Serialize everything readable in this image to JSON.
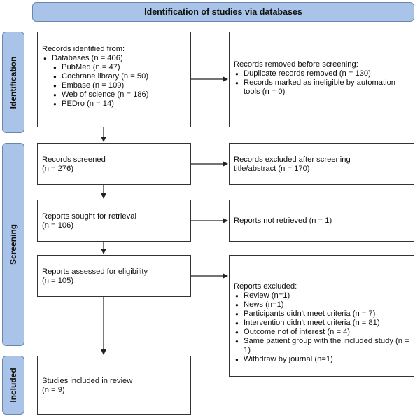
{
  "header": {
    "title": "Identification of studies via databases"
  },
  "phases": {
    "identification": "Identification",
    "screening": "Screening",
    "included": "Included"
  },
  "identified": {
    "title": "Records identified from:",
    "databases": "Databases (n = 406)",
    "sources": [
      "PubMed (n = 47)",
      "Cochrane library (n = 50)",
      "Embase (n = 109)",
      "Web of science (n = 186)",
      "PEDro (n = 14)"
    ]
  },
  "removed": {
    "title": "Records removed before screening:",
    "items": [
      "Duplicate records removed (n = 130)",
      "Records marked as ineligible by automation tools (n = 0)"
    ]
  },
  "screened": {
    "line1": "Records screened",
    "line2": "(n = 276)"
  },
  "excluded_screening": {
    "line1": "Records excluded after screening",
    "line2": "title/abstract (n = 170)"
  },
  "sought": {
    "line1": "Reports sought for retrieval",
    "line2": "(n = 106)"
  },
  "not_retrieved": {
    "line1": "Reports not retrieved (n = 1)"
  },
  "assessed": {
    "line1": "Reports assessed for eligibility",
    "line2": "(n = 105)"
  },
  "reports_excluded": {
    "title": "Reports excluded:",
    "items": [
      "Review (n=1)",
      "News (n=1)",
      "Participants didn't meet criteria (n = 7)",
      "Intervention didn't meet criteria (n = 81)",
      "Outcome not of interest (n = 4)",
      "Same patient group with the included study (n = 1)",
      "Withdraw by journal (n=1)"
    ]
  },
  "included": {
    "line1": "Studies included in review",
    "line2": "(n = 9)"
  },
  "colors": {
    "phase_fill": "#a9c4e8",
    "phase_border": "#6b86ad",
    "line": "#222222"
  }
}
